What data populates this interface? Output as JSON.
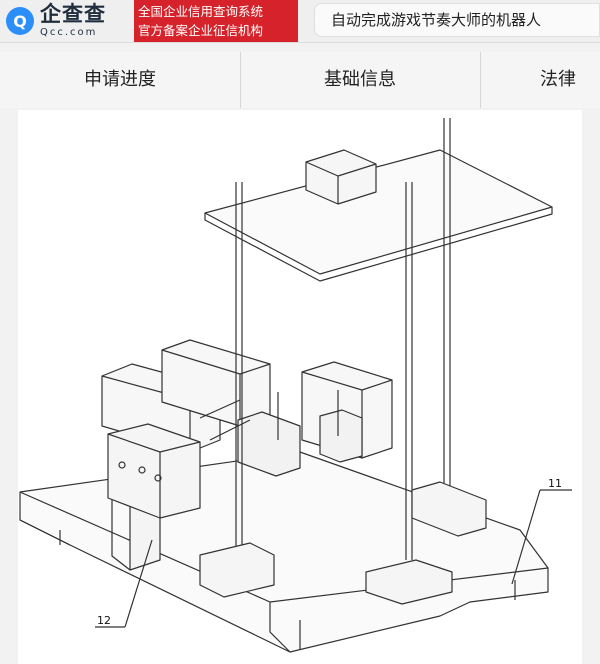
{
  "header": {
    "logo_text": "企查查",
    "logo_sub": "Qcc.com",
    "banner_line1": "全国企业信用查询系统",
    "banner_line2": "官方备案企业征信机构",
    "search_value": "自动完成游戏节奏大师的机器人"
  },
  "tabs": [
    {
      "label": "申请进度"
    },
    {
      "label": "基础信息"
    },
    {
      "label": "法律"
    }
  ],
  "drawing": {
    "callouts": [
      "11",
      "12"
    ]
  }
}
